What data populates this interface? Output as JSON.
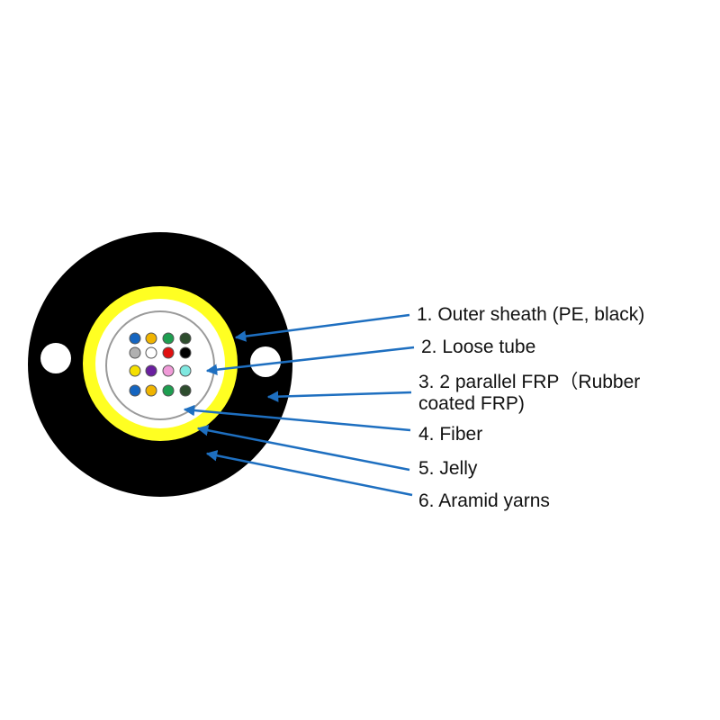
{
  "diagram": {
    "labels": [
      {
        "id": "outer-sheath",
        "lines": [
          "1. Outer sheath (PE, black)"
        ]
      },
      {
        "id": "loose-tube",
        "lines": [
          "2. Loose tube"
        ]
      },
      {
        "id": "frp",
        "lines": [
          "3. 2 parallel FRP（Rubber",
          "coated FRP)"
        ]
      },
      {
        "id": "fiber",
        "lines": [
          "4. Fiber"
        ]
      },
      {
        "id": "jelly",
        "lines": [
          "5. Jelly"
        ]
      },
      {
        "id": "aramid",
        "lines": [
          "6. Aramid yarns"
        ]
      }
    ],
    "fiber_colors": [
      "#1565c0",
      "#f0b400",
      "#1e9e50",
      "#2e4d2e",
      "#b0b0b0",
      "#ffffff",
      "#e01010",
      "#000000",
      "#f5e000",
      "#6a1fa0",
      "#f09ad8",
      "#7fe8e0",
      "#1565c0",
      "#f0b400",
      "#1e9e50",
      "#2e4d2e"
    ],
    "colors": {
      "sheath": "#000000",
      "aramid": "#ffff22",
      "jelly": "#ffffff",
      "tube_outline": "#9a9a9a",
      "arrow": "#1e6fc0",
      "frp_hole": "#ffffff"
    }
  }
}
